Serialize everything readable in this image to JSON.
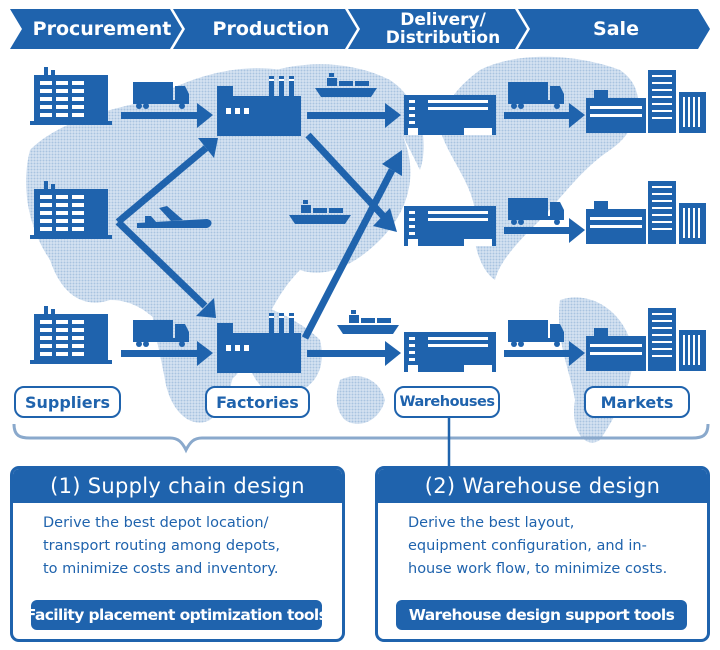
{
  "colors": {
    "primary": "#1f63ad",
    "map": "#c3d6ea",
    "white": "#ffffff"
  },
  "stages": [
    {
      "label": "Procurement"
    },
    {
      "label": "Production"
    },
    {
      "label": "Delivery/ Distribution",
      "line1": "Delivery/",
      "line2": "Distribution"
    },
    {
      "label": "Sale"
    }
  ],
  "nodes": {
    "suppliers": "Suppliers",
    "factories": "Factories",
    "warehouses": "Warehouses",
    "markets": "Markets"
  },
  "icons": {
    "supplier_buildings": 3,
    "factories": 2,
    "warehouses": 3,
    "markets": 3,
    "trucks": 5,
    "ships": 3,
    "airplanes": 1
  },
  "panels": [
    {
      "title": "(1) Supply chain design",
      "lines": [
        "Derive the best depot location/",
        "transport routing among depots,",
        "to minimize costs and inventory."
      ],
      "tool": "Facility placement optimization tools"
    },
    {
      "title": "(2) Warehouse design",
      "lines": [
        "Derive the best layout,",
        "equipment configuration, and in-",
        "house work flow, to minimize costs."
      ],
      "tool": "Warehouse design support tools"
    }
  ]
}
